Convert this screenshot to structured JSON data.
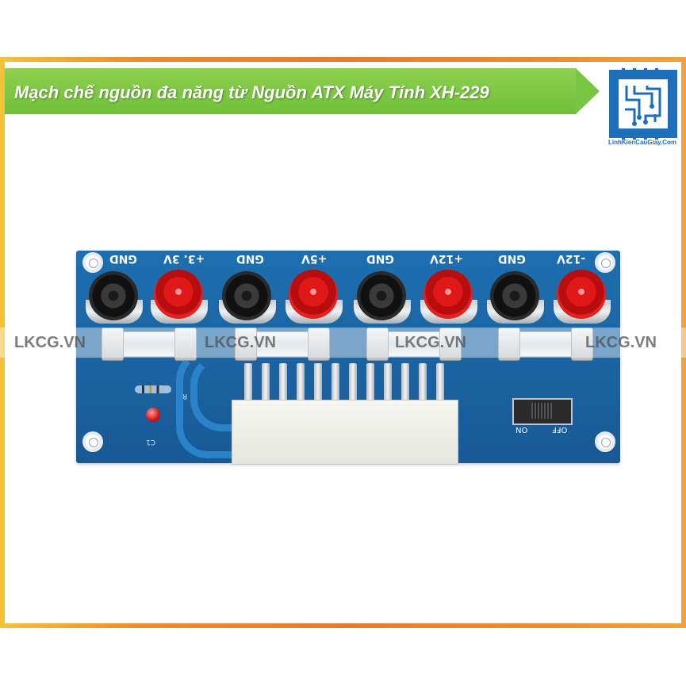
{
  "banner": {
    "title": "Mạch chế nguồn đa năng từ Nguồn ATX Máy Tính XH-229",
    "brand_text": "LinhKienCauGiay.Com",
    "banner_color": "#7ac943",
    "frame_color": "#f08a2a"
  },
  "board": {
    "terminals": [
      {
        "label": "GND",
        "color": "black"
      },
      {
        "label": "+3. 3V",
        "color": "red"
      },
      {
        "label": "GND",
        "color": "black"
      },
      {
        "label": "+5V",
        "color": "red"
      },
      {
        "label": "GND",
        "color": "black"
      },
      {
        "label": "+12V",
        "color": "red"
      },
      {
        "label": "GND",
        "color": "black"
      },
      {
        "label": "-12V",
        "color": "red"
      }
    ],
    "switch_on": "ON",
    "switch_off": "OFF",
    "silk_r": "R",
    "silk_c": "C1",
    "pcb_color": "#1a62a0"
  },
  "watermarks": [
    "LKCG.VN",
    "LKCG.VN",
    "LKCG.VN",
    "LKCG.VN"
  ],
  "icons": [
    "chip-logo-icon"
  ]
}
